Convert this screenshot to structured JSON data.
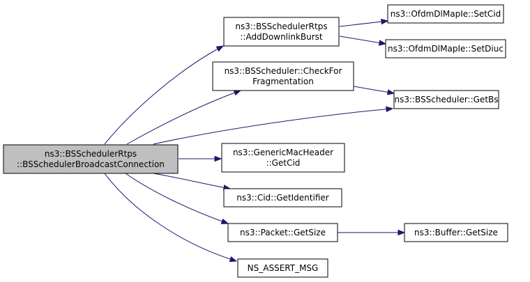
{
  "graph": {
    "nodes": [
      {
        "id": "root",
        "lines": [
          "ns3::BSSchedulerRtps",
          "::BSSchedulerBroadcastConnection"
        ],
        "root": true
      },
      {
        "id": "addDownlinkBurst",
        "lines": [
          "ns3::BSSchedulerRtps",
          "::AddDownlinkBurst"
        ]
      },
      {
        "id": "setCid",
        "lines": [
          "ns3::OfdmDlMapIe::SetCid"
        ]
      },
      {
        "id": "setDiuc",
        "lines": [
          "ns3::OfdmDlMapIe::SetDiuc"
        ]
      },
      {
        "id": "checkForFrag",
        "lines": [
          "ns3::BSScheduler::CheckFor",
          "Fragmentation"
        ]
      },
      {
        "id": "getBs",
        "lines": [
          "ns3::BSScheduler::GetBs"
        ]
      },
      {
        "id": "getCid",
        "lines": [
          "ns3::GenericMacHeader",
          "::GetCid"
        ]
      },
      {
        "id": "getIdentifier",
        "lines": [
          "ns3::Cid::GetIdentifier"
        ]
      },
      {
        "id": "packetGetSize",
        "lines": [
          "ns3::Packet::GetSize"
        ]
      },
      {
        "id": "bufferGetSize",
        "lines": [
          "ns3::Buffer::GetSize"
        ]
      },
      {
        "id": "assertMsg",
        "lines": [
          "NS_ASSERT_MSG"
        ]
      }
    ],
    "edges": [
      {
        "from": "root",
        "to": "addDownlinkBurst"
      },
      {
        "from": "root",
        "to": "checkForFrag"
      },
      {
        "from": "root",
        "to": "getBs"
      },
      {
        "from": "root",
        "to": "getCid"
      },
      {
        "from": "root",
        "to": "getIdentifier"
      },
      {
        "from": "root",
        "to": "packetGetSize"
      },
      {
        "from": "root",
        "to": "assertMsg"
      },
      {
        "from": "addDownlinkBurst",
        "to": "setCid"
      },
      {
        "from": "addDownlinkBurst",
        "to": "setDiuc"
      },
      {
        "from": "checkForFrag",
        "to": "getBs"
      },
      {
        "from": "packetGetSize",
        "to": "bufferGetSize"
      }
    ]
  }
}
